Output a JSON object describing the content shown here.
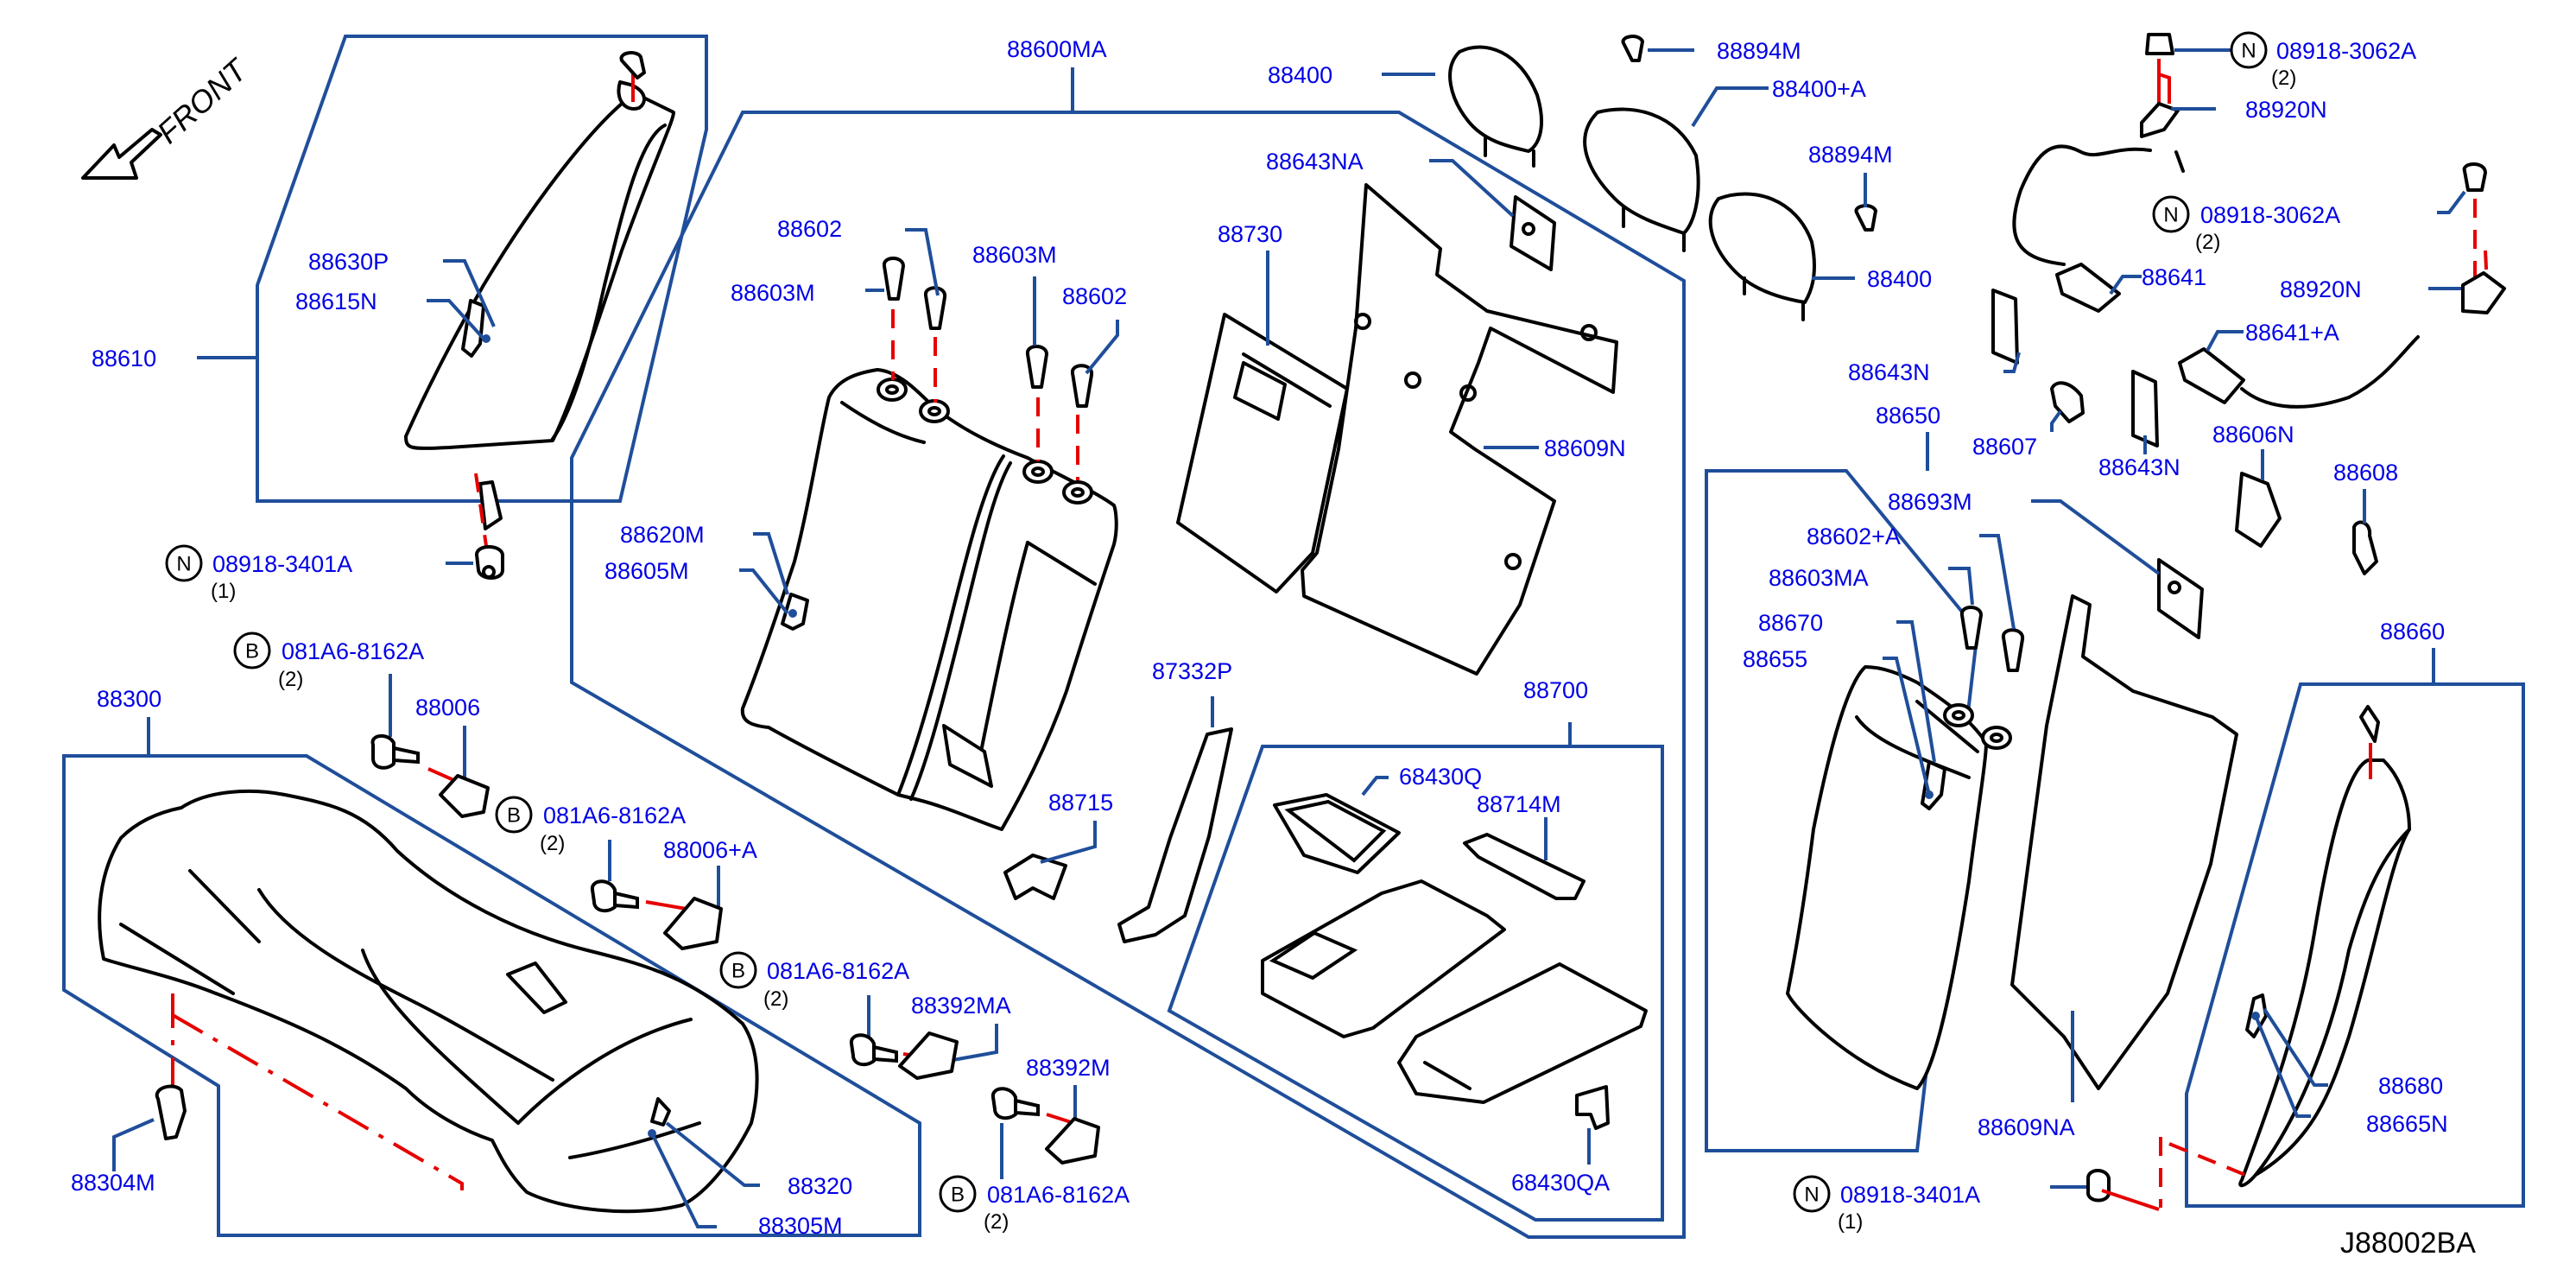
{
  "diagram": {
    "title_code": "J88002BA",
    "direction_label": "FRONT",
    "colors": {
      "frame": "#1f4e9a",
      "label": "#0000e6",
      "assembly_line": "#e60000",
      "outline": "#000000"
    },
    "labels": {
      "p88610": "88610",
      "p88630P": "88630P",
      "p88615N": "88615N",
      "p08918_3401A_left": "08918-3401A",
      "p08918_3401A_left_qty": "(1)",
      "p081A6_1": "081A6-8162A",
      "p081A6_1_qty": "(2)",
      "p88006": "88006",
      "p081A6_2": "081A6-8162A",
      "p081A6_2_qty": "(2)",
      "p88006A": "88006+A",
      "p081A6_3": "081A6-8162A",
      "p081A6_3_qty": "(2)",
      "p88392MA": "88392MA",
      "p88392M": "88392M",
      "p081A6_4": "081A6-8162A",
      "p081A6_4_qty": "(2)",
      "p88300": "88300",
      "p88304M": "88304M",
      "p88320": "88320",
      "p88305M": "88305M",
      "p88600MA": "88600MA",
      "p88602_1": "88602",
      "p88603M_1": "88603M",
      "p88603M_2": "88603M",
      "p88602_2": "88602",
      "p88620M": "88620M",
      "p88605M": "88605M",
      "p88730": "88730",
      "p88643NA": "88643NA",
      "p88609N": "88609N",
      "p88715": "88715",
      "p87332P": "87332P",
      "p88700": "88700",
      "p68430Q": "68430Q",
      "p88714M": "88714M",
      "p68430QA": "68430QA",
      "p88400_1": "88400",
      "p88894M_1": "88894M",
      "p88400A": "88400+A",
      "p88894M_2": "88894M",
      "p88400_2": "88400",
      "p08918_3062A_1": "08918-3062A",
      "p08918_3062A_1_qty": "(2)",
      "p88920N_1": "88920N",
      "p08918_3062A_2": "08918-3062A",
      "p08918_3062A_2_qty": "(2)",
      "p88641": "88641",
      "p88920N_2": "88920N",
      "p88641A": "88641+A",
      "p88643N_1": "88643N",
      "p88607": "88607",
      "p88643N_2": "88643N",
      "p88606N": "88606N",
      "p88608": "88608",
      "p88650": "88650",
      "p88693M": "88693M",
      "p88602A": "88602+A",
      "p88603MA": "88603MA",
      "p88670": "88670",
      "p88655": "88655",
      "p88660": "88660",
      "p88609NA": "88609NA",
      "p88680": "88680",
      "p88665N": "88665N",
      "p08918_3401A_right": "08918-3401A",
      "p08918_3401A_right_qty": "(1)"
    },
    "badges": {
      "n": "N",
      "b": "B"
    }
  }
}
